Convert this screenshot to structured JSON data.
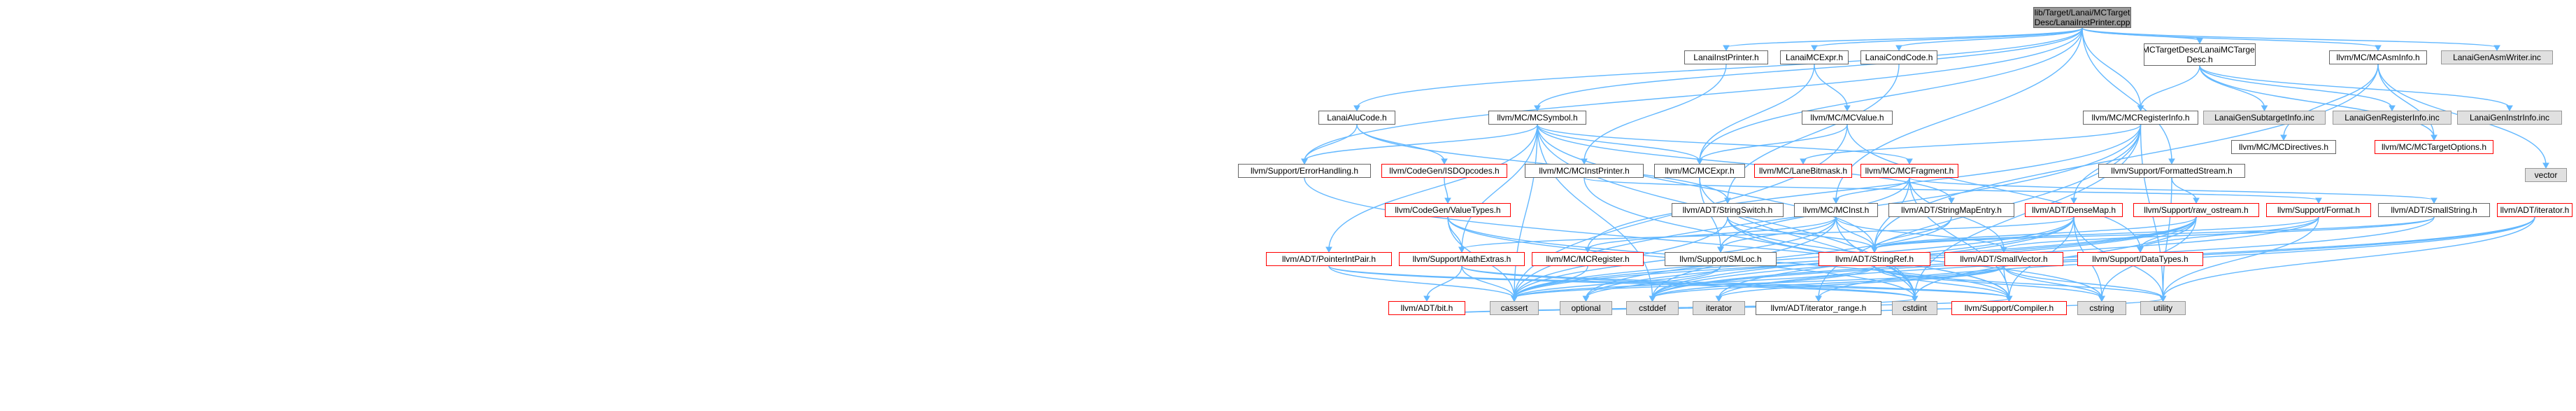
{
  "graph": {
    "colors": {
      "edge": "#63b8ff",
      "node_border": "#666666",
      "missing_border": "#ff0000",
      "system_fill": "#e0e0e0",
      "root_fill": "#999999"
    },
    "nodes": {
      "root": "lib/Target/Lanai/MCTarget\nDesc/LanaiInstPrinter.cpp",
      "lanai_inst_printer_h": "LanaiInstPrinter.h",
      "lanai_mcexpr_h": "LanaiMCExpr.h",
      "lanai_cond_code_h": "LanaiCondCode.h",
      "lanai_mc_target_desc_h": "MCTargetDesc/LanaiMCTarget\nDesc.h",
      "mc_asm_info_h": "llvm/MC/MCAsmInfo.h",
      "lanai_gen_asm_writer_inc": "LanaiGenAsmWriter.inc",
      "lanai_alu_code_h": "LanaiAluCode.h",
      "mc_symbol_h": "llvm/MC/MCSymbol.h",
      "mc_value_h": "llvm/MC/MCValue.h",
      "mc_register_info_h": "llvm/MC/MCRegisterInfo.h",
      "lanai_gen_subtarget_info_inc": "LanaiGenSubtargetInfo.inc",
      "lanai_gen_register_info_inc": "LanaiGenRegisterInfo.inc",
      "lanai_gen_instr_info_inc": "LanaiGenInstrInfo.inc",
      "mc_target_options_h": "llvm/MC/MCTargetOptions.h",
      "mc_directives_h": "llvm/MC/MCDirectives.h",
      "vector": "vector",
      "error_handling_h": "llvm/Support/ErrorHandling.h",
      "isd_opcodes_h": "llvm/CodeGen/ISDOpcodes.h",
      "mc_inst_printer_h": "llvm/MC/MCInstPrinter.h",
      "mc_expr_h": "llvm/MC/MCExpr.h",
      "lane_bitmask_h": "llvm/MC/LaneBitmask.h",
      "mc_fragment_h": "llvm/MC/MCFragment.h",
      "formatted_stream_h": "llvm/Support/FormattedStream.h",
      "value_types_h": "llvm/CodeGen/ValueTypes.h",
      "string_switch_h": "llvm/ADT/StringSwitch.h",
      "mc_inst_h": "llvm/MC/MCInst.h",
      "string_map_entry_h": "llvm/ADT/StringMapEntry.h",
      "dense_map_h": "llvm/ADT/DenseMap.h",
      "raw_ostream_h": "llvm/Support/raw_ostream.h",
      "format_h": "llvm/Support/Format.h",
      "small_string_h": "llvm/ADT/SmallString.h",
      "adt_iterator_h": "llvm/ADT/iterator.h",
      "pointer_int_pair_h": "llvm/ADT/PointerIntPair.h",
      "math_extras_h": "llvm/Support/MathExtras.h",
      "mc_register_h": "llvm/MC/MCRegister.h",
      "sm_loc_h": "llvm/Support/SMLoc.h",
      "string_ref_h": "llvm/ADT/StringRef.h",
      "small_vector_h": "llvm/ADT/SmallVector.h",
      "data_types_h": "llvm/Support/DataTypes.h",
      "bit_h": "llvm/ADT/bit.h",
      "cassert": "cassert",
      "optional": "optional",
      "cstddef": "cstddef",
      "iterator": "iterator",
      "iterator_range_h": "llvm/ADT/iterator_range.h",
      "cstdint": "cstdint",
      "compiler_h": "llvm/Support/Compiler.h",
      "cstring": "cstring",
      "utility": "utility"
    }
  }
}
